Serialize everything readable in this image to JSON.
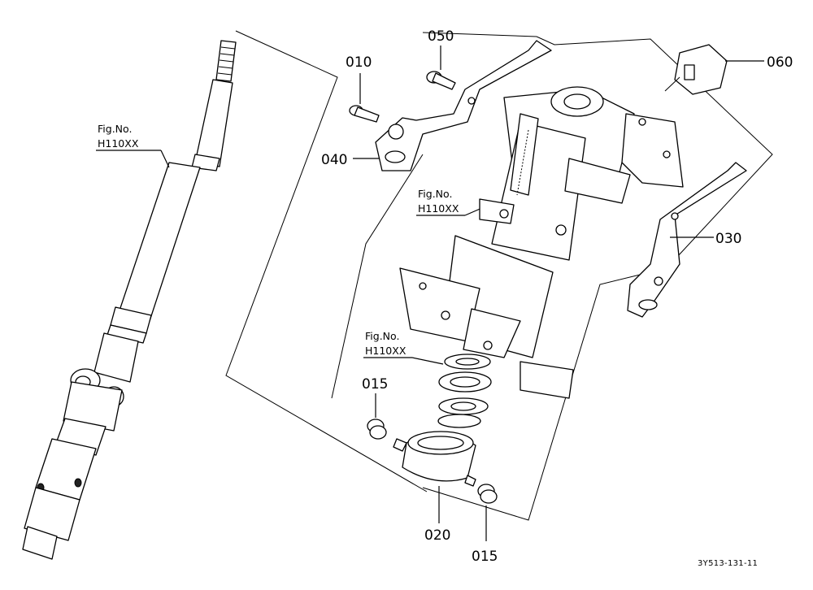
{
  "callouts": {
    "p010": "010",
    "p015a": "015",
    "p015b": "015",
    "p020": "020",
    "p030": "030",
    "p040": "040",
    "p050": "050",
    "p060": "060"
  },
  "fig_refs": [
    {
      "line1": "Fig.No.",
      "line2": "H110XX"
    },
    {
      "line1": "Fig.No.",
      "line2": "H110XX"
    },
    {
      "line1": "Fig.No.",
      "line2": "H110XX"
    }
  ],
  "drawing_code": "3Y513-131-11"
}
